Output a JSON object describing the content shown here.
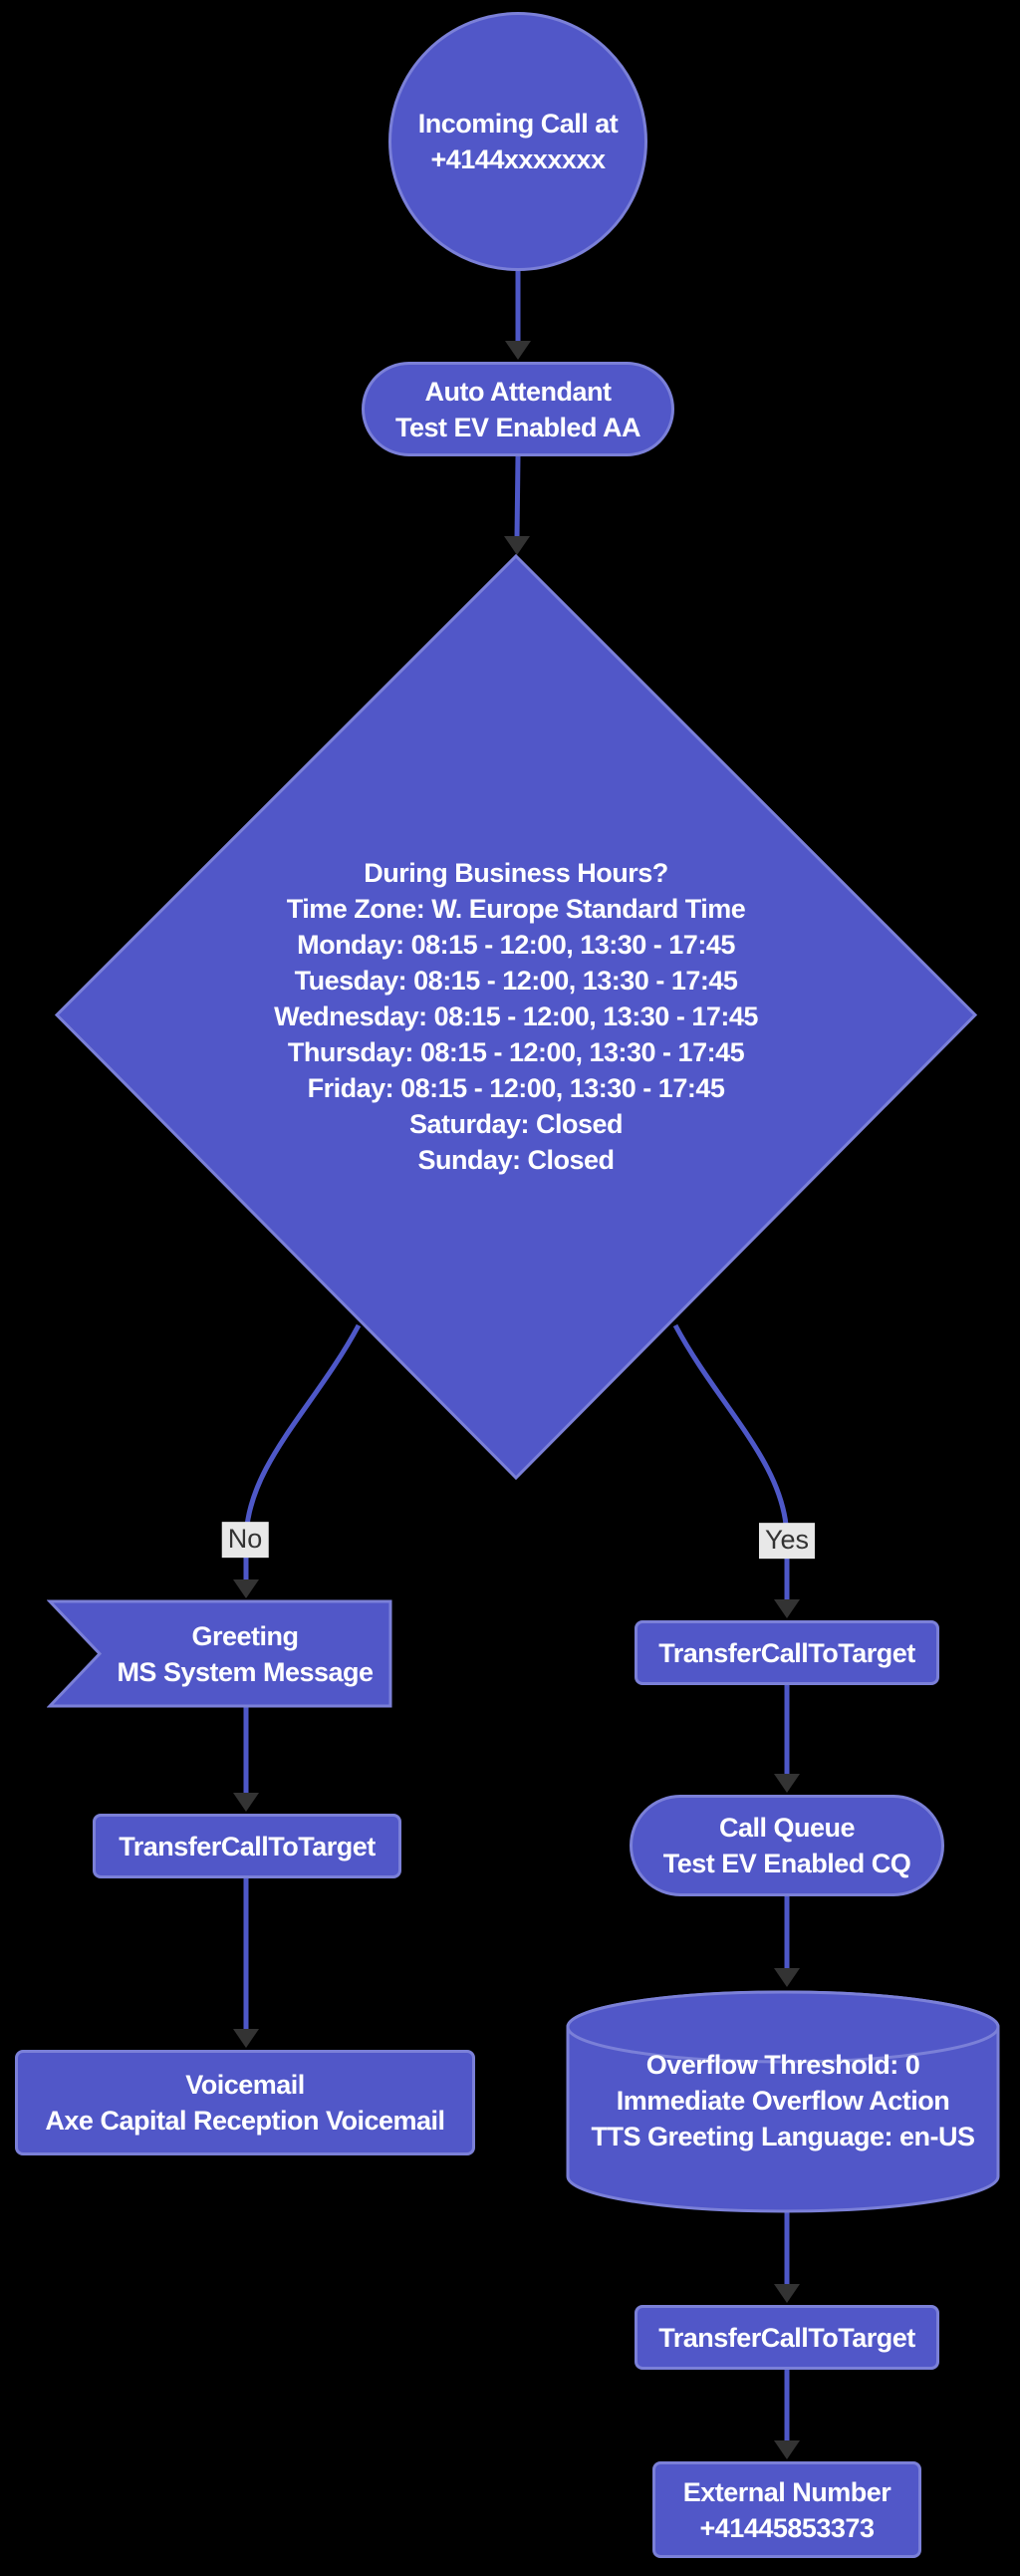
{
  "diagram": {
    "type": "call-flow-flowchart",
    "colors": {
      "background": "#000000",
      "node_fill": "#5157C8",
      "node_stroke": "#7B80D8",
      "node_text": "#FFFFFF",
      "link": "#4E58C8",
      "arrowhead": "#333333",
      "edge_label_bg": "#E8E8E8",
      "edge_label_text": "#333333"
    },
    "nodes": {
      "incoming_call": {
        "shape": "circle",
        "lines": [
          "Incoming Call at",
          "+4144xxxxxxx"
        ]
      },
      "auto_attendant": {
        "shape": "stadium",
        "lines": [
          "Auto Attendant",
          "Test EV Enabled AA"
        ]
      },
      "business_hours": {
        "shape": "diamond",
        "lines": [
          "During Business Hours?",
          "Time Zone: W. Europe Standard Time",
          "Monday: 08:15 - 12:00, 13:30 - 17:45",
          "Tuesday: 08:15 - 12:00, 13:30 - 17:45",
          "Wednesday: 08:15 - 12:00, 13:30 - 17:45",
          "Thursday: 08:15 - 12:00, 13:30 - 17:45",
          "Friday: 08:15 - 12:00, 13:30 - 17:45",
          "Saturday: Closed",
          "Sunday: Closed"
        ]
      },
      "greeting": {
        "shape": "flag",
        "lines": [
          "Greeting",
          "MS System Message"
        ]
      },
      "transfer_no": {
        "shape": "rect",
        "lines": [
          "TransferCallToTarget"
        ]
      },
      "voicemail": {
        "shape": "rect",
        "lines": [
          "Voicemail",
          "Axe Capital Reception Voicemail"
        ]
      },
      "transfer_yes": {
        "shape": "rect",
        "lines": [
          "TransferCallToTarget"
        ]
      },
      "call_queue": {
        "shape": "stadium",
        "lines": [
          "Call Queue",
          "Test EV Enabled CQ"
        ]
      },
      "overflow_settings": {
        "shape": "cylinder",
        "lines": [
          "Overflow Threshold: 0",
          "Immediate Overflow Action",
          "TTS Greeting Language: en-US"
        ]
      },
      "transfer_final": {
        "shape": "rect",
        "lines": [
          "TransferCallToTarget"
        ]
      },
      "external_number": {
        "shape": "rect",
        "lines": [
          "External Number",
          "+41445853373"
        ]
      }
    },
    "edge_labels": {
      "no": "No",
      "yes": "Yes"
    }
  }
}
